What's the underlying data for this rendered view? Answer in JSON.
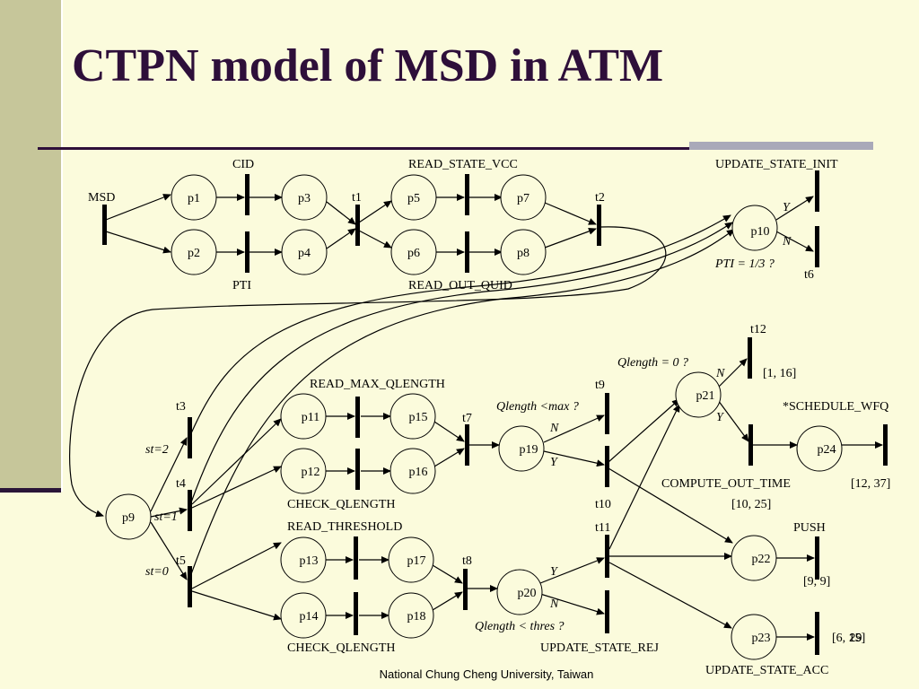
{
  "slide": {
    "title": "CTPN model of MSD in ATM",
    "footer": "National Chung Cheng University, Taiwan",
    "page_number": "29",
    "colors": {
      "title": "#2e0f3a",
      "background": "#fbfbdc",
      "sidebar": "#c6c69a"
    }
  },
  "diagram": {
    "places": [
      "p1",
      "p2",
      "p3",
      "p4",
      "p5",
      "p6",
      "p7",
      "p8",
      "p9",
      "p10",
      "p11",
      "p12",
      "p13",
      "p14",
      "p15",
      "p16",
      "p17",
      "p18",
      "p19",
      "p20",
      "p21",
      "p22",
      "p23",
      "p24"
    ],
    "transitions": [
      "t1",
      "t2",
      "t3",
      "t4",
      "t5",
      "t6",
      "t7",
      "t8",
      "t9",
      "t10",
      "t11",
      "t12"
    ],
    "labels": {
      "msd": "MSD",
      "cid": "CID",
      "pti": "PTI",
      "read_state_vcc": "READ_STATE_VCC",
      "read_out_quid": "READ_OUT_QUID",
      "update_state_init": "UPDATE_STATE_INIT",
      "read_max_qlength": "READ_MAX_QLENGTH",
      "check_qlength_1": "CHECK_QLENGTH",
      "read_threshold": "READ_THRESHOLD",
      "check_qlength_2": "CHECK_QLENGTH",
      "compute_out_time": "COMPUTE_OUT_TIME",
      "schedule_wfq": "*SCHEDULE_WFQ",
      "push": "PUSH",
      "update_state_rej": "UPDATE_STATE_REJ",
      "update_state_acc": "UPDATE_STATE_ACC"
    },
    "conditions": {
      "pti": "PTI = 1/3 ?",
      "qlength_max": "Qlength <max ?",
      "qlength_zero": "Qlength = 0 ?",
      "qlength_thres": "Qlength < thres ?",
      "st2": "st=2",
      "st1": "st=1",
      "st0": "st=0",
      "y": "Y",
      "n": "N"
    },
    "intervals": {
      "t12": "[1, 16]",
      "t10": "[10, 25]",
      "t24": "[12, 37]",
      "push": "[9, 9]",
      "acc": "[6, 15]"
    }
  }
}
